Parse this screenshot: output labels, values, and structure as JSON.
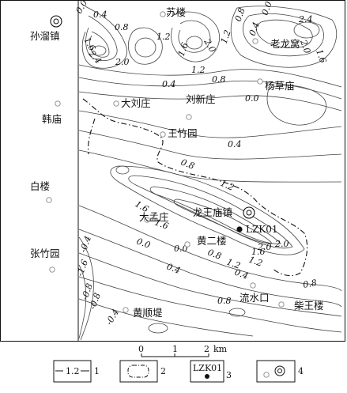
{
  "places": [
    {
      "id": "sunliuzhen",
      "label": "孙溜镇",
      "symbol": "town"
    },
    {
      "id": "sulou",
      "label": "苏楼",
      "symbol": "village"
    },
    {
      "id": "laolongwo",
      "label": "老龙窝",
      "symbol": "village"
    },
    {
      "id": "yangcaomiao",
      "label": "杨草庙",
      "symbol": "village"
    },
    {
      "id": "liuxinzhuang",
      "label": "刘新庄",
      "symbol": "village"
    },
    {
      "id": "daliuzhuang",
      "label": "大刘庄",
      "symbol": "village"
    },
    {
      "id": "hanmiao",
      "label": "韩庙",
      "symbol": "village"
    },
    {
      "id": "wangzhuyuan",
      "label": "王竹园",
      "symbol": "village"
    },
    {
      "id": "bailou",
      "label": "白楼",
      "symbol": "village"
    },
    {
      "id": "dameng",
      "label": "大孟庄",
      "symbol": "village"
    },
    {
      "id": "longwangmiao",
      "label": "龙王庙镇",
      "symbol": "town"
    },
    {
      "id": "huangerlou",
      "label": "黄二楼",
      "symbol": "village"
    },
    {
      "id": "zhangzhuyuan",
      "label": "张竹园",
      "symbol": "village"
    },
    {
      "id": "liushuikou",
      "label": "流水口",
      "symbol": "village"
    },
    {
      "id": "chaiwanglou",
      "label": "柴王楼",
      "symbol": "village"
    },
    {
      "id": "huangshundi",
      "label": "黄顺堤",
      "symbol": "village"
    }
  ],
  "borehole": {
    "label": "LZK01"
  },
  "contour_labels": [
    "0.0",
    "0.4",
    "0.8",
    "1.2",
    "1.6",
    "2.0",
    "2.4",
    "2.0",
    "1.6",
    "1.2",
    "0.8",
    "0.4",
    "0.0",
    "2.4",
    "2.0",
    "1.6",
    "1.2",
    "0.8",
    "0.4",
    "0.0",
    "0.4",
    "0.8",
    "1.2",
    "1.6",
    "2.0",
    "1.6",
    "1.2",
    "0.8",
    "0.4",
    "0.0",
    "0.4",
    "0.8",
    "1.2",
    "1.6",
    "2.0",
    "0.0",
    "-0.4",
    "-0.8",
    "-1.6",
    "-0.8",
    "-0.4",
    "0.8"
  ],
  "scale": {
    "ticks": [
      "0",
      "1",
      "2"
    ],
    "unit": "km"
  },
  "legend": [
    {
      "sample": "1.2",
      "index": "1"
    },
    {
      "sample": "",
      "index": "2"
    },
    {
      "sample": "LZK01",
      "index": "3"
    },
    {
      "sample": "",
      "index": "4"
    }
  ]
}
